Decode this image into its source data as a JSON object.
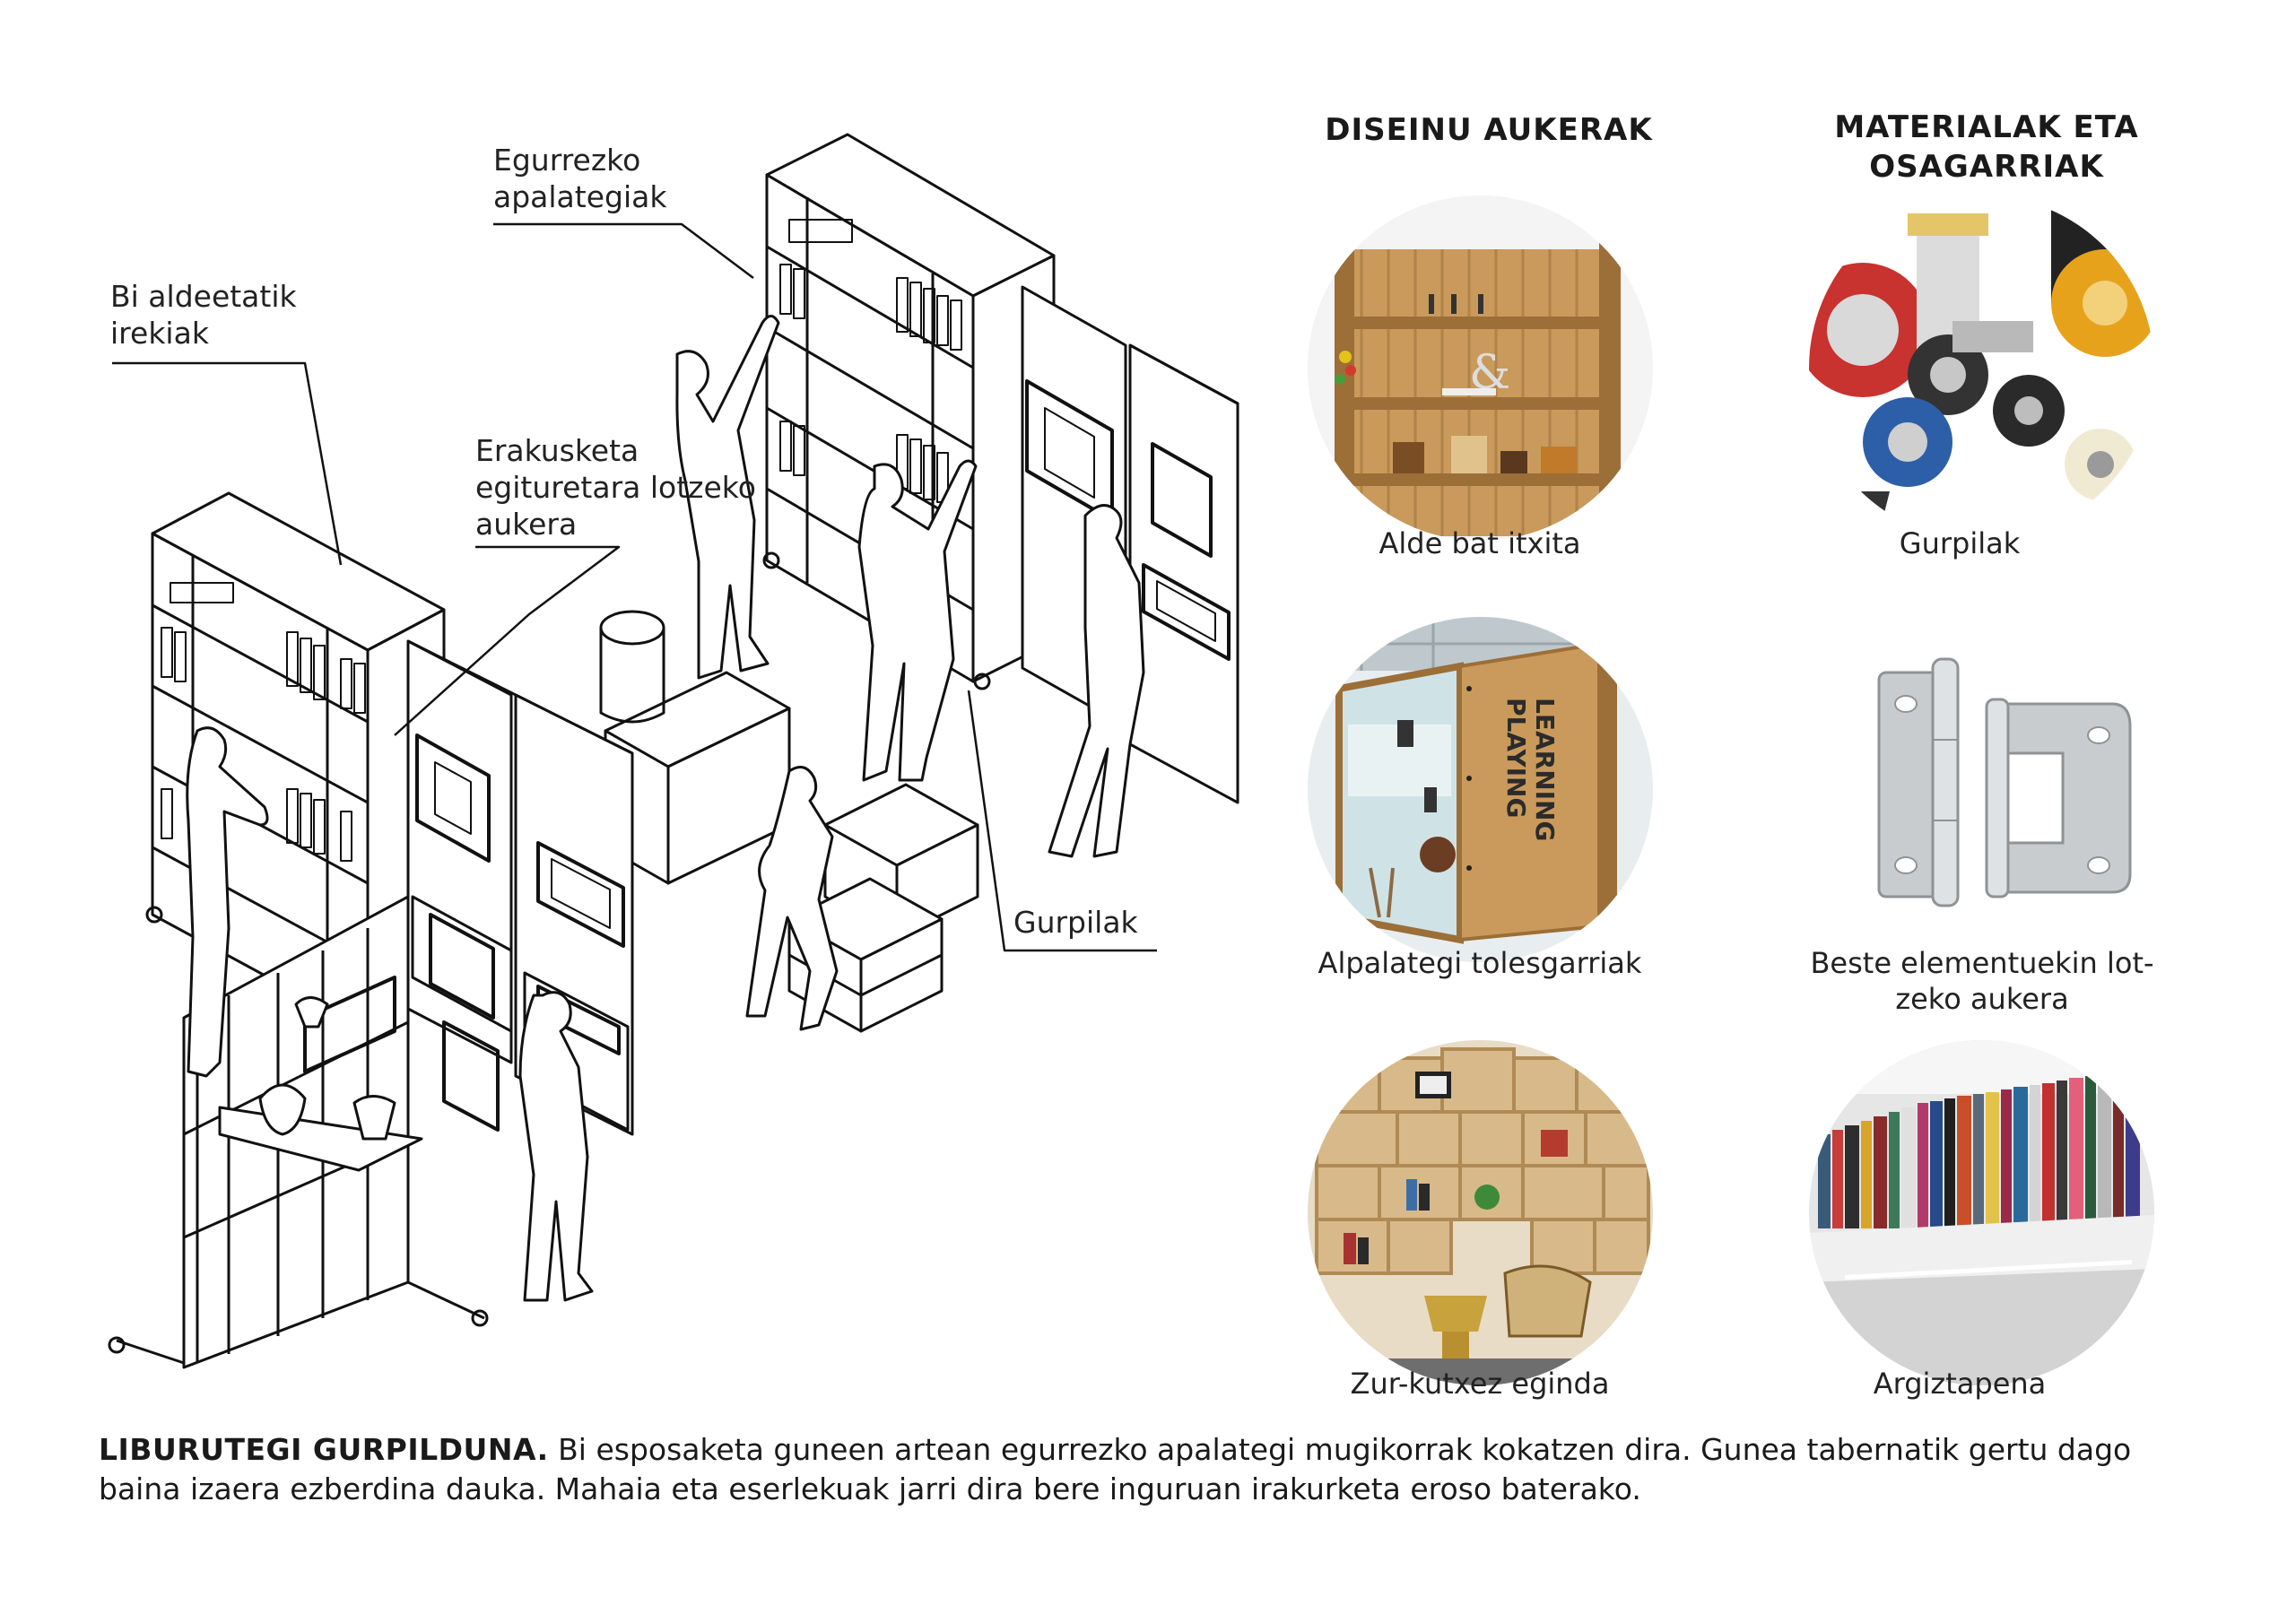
{
  "callouts": {
    "shelves": "Egurrezko\napalategiak",
    "open_sides": "Bi aldeetatik\nirekiak",
    "exhibit_link": "Erakusketa\negituretara lotzeko\naukera",
    "wheels": "Gurpilak"
  },
  "design_options": {
    "heading": "DISEINU AUKERAK",
    "items": [
      {
        "caption": "Alde bat itxita"
      },
      {
        "caption": "Alpalategi tolesgarriak",
        "photo_text": "LEARNING\nPLAYING"
      },
      {
        "caption": "Zur-kutxez eginda"
      }
    ]
  },
  "materials": {
    "heading": "MATERIALAK ETA\nOSAGARRIAK",
    "items": [
      {
        "caption": "Gurpilak"
      },
      {
        "caption": "Beste elementuekin lot-\nzeko aukera"
      },
      {
        "caption": "Argiztapena"
      }
    ]
  },
  "footer": {
    "title": "LIBURUTEGI GURPILDUNA.",
    "text": " Bi esposaketa guneen artean egurrezko apalategi mugikorrak kokatzen dira. Gunea tabernatik gertu dago baina izaera ezberdina dauka.  Mahaia eta eserlekuak jarri dira bere inguruan irakurketa eroso baterako."
  },
  "colors": {
    "wood": "#c99a5b",
    "wood_dark": "#9c6e38",
    "caster_red": "#c8322f",
    "caster_blue": "#2d5fa8",
    "caster_yellow": "#e7a21c"
  }
}
